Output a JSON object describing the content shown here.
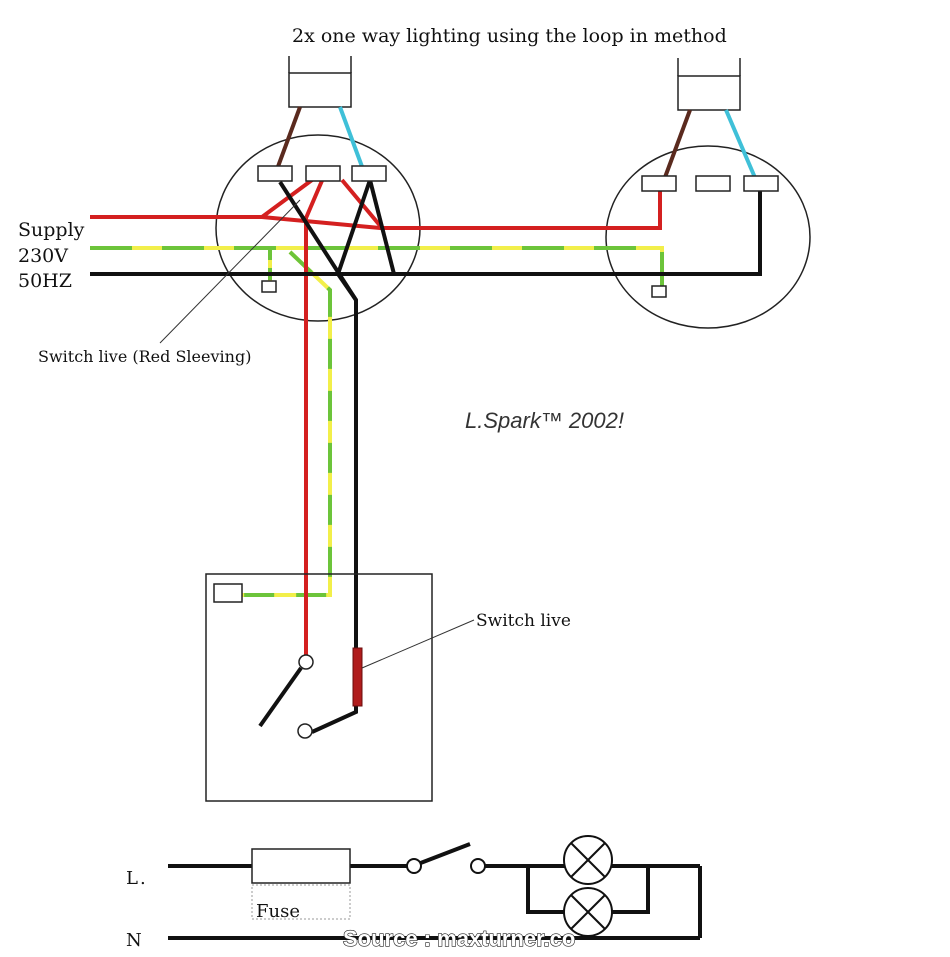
{
  "title": "2x one way lighting using the loop in method",
  "supply_label_1": "Supply",
  "supply_label_2": "230V",
  "supply_label_3": "50HZ",
  "switch_live_sleeving": "Switch live (Red Sleeving)",
  "switch_live": "Switch live",
  "signature": "L.Spark™ 2002!",
  "schematic": {
    "line_label": "L",
    "neutral_label": "N",
    "fuse_label": "Fuse"
  },
  "watermark": "Source : maxturner.co",
  "colors": {
    "live": "#d42020",
    "neutral": "#111111",
    "earth_green": "#6cc43a",
    "earth_yellow": "#f2ef4a",
    "lamp_brown": "#5a2a1e",
    "lamp_blue": "#3fc0d8",
    "sleeve": "#b01c1c"
  }
}
